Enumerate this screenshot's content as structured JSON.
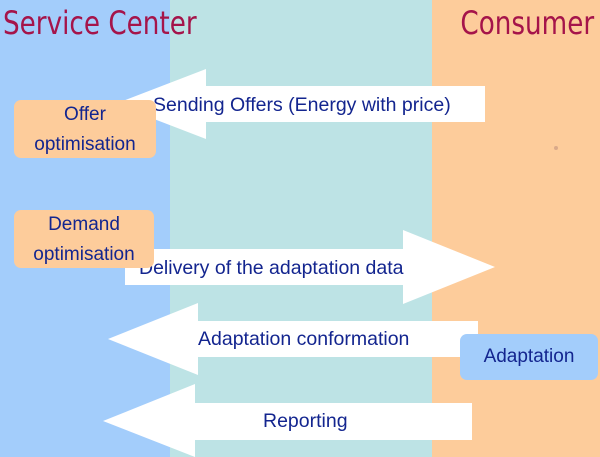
{
  "lanes": {
    "service_center": "Service Center",
    "consumer": "Consumer"
  },
  "boxes": {
    "offer_optimisation": "Offer\noptimisation",
    "demand_optimisation": "Demand\noptimisation",
    "adaptation": "Adaptation"
  },
  "arrows": {
    "sending_offers": "Sending Offers (Energy with price)",
    "delivery": "Delivery of the adaptation data",
    "conformation": "Adaptation conformation",
    "reporting": "Reporting"
  },
  "colors": {
    "service_lane": "#a3cdfb",
    "middle_lane": "#bde3e5",
    "consumer_lane": "#fdcc9b",
    "heading_text": "#a5144a",
    "body_text": "#13258f",
    "arrow_fill": "#ffffff"
  }
}
